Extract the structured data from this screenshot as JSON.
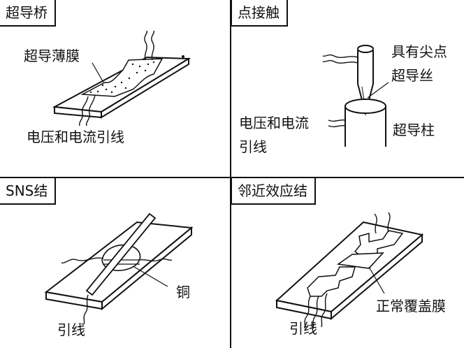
{
  "panels": {
    "bridge": {
      "title": "超导桥",
      "film_label": "超导薄膜",
      "lead_label": "电压和电流引线"
    },
    "point_contact": {
      "title": "点接触",
      "tip_label_1": "具有尖点",
      "tip_label_2": "超导丝",
      "lead_label_1": "电压和电流",
      "lead_label_2": "引线",
      "post_label": "超导柱"
    },
    "sns": {
      "title": "SNS结",
      "copper_label": "铜",
      "lead_label": "引线"
    },
    "proximity": {
      "title": "邻近效应结",
      "film_label": "正常覆盖膜",
      "lead_label": "引线"
    }
  }
}
